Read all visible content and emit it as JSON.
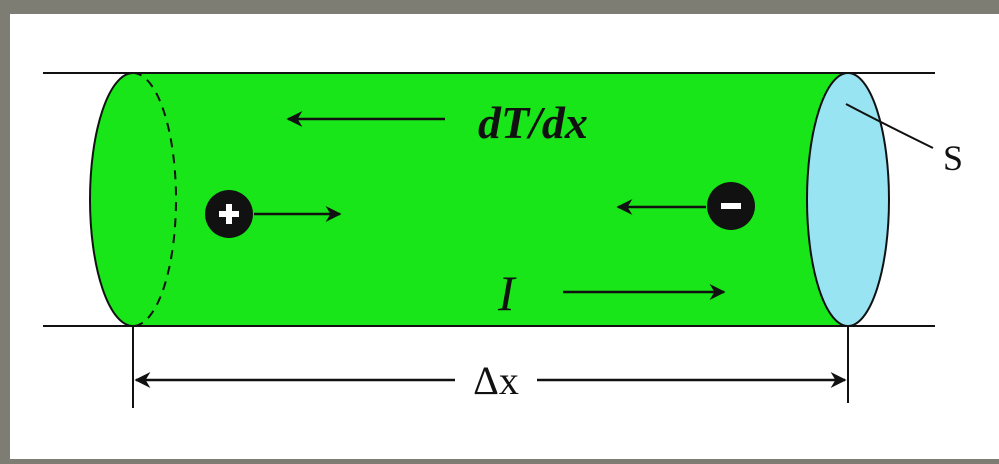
{
  "colors": {
    "frame": "#7e7d74",
    "panel": "#ffffff",
    "cylinder_fill": "#19e619",
    "end_face_fill": "#98e4f3",
    "ink": "#111111"
  },
  "labels": {
    "temperature_gradient": "dT/dx",
    "current": "I",
    "cross_section": "S",
    "length": "Δx",
    "positive_charge": "+",
    "negative_charge": "−"
  },
  "icons": {
    "positive_charge": "plus-in-black-circle",
    "negative_charge": "minus-in-black-circle",
    "arrows": "line-arrow"
  }
}
